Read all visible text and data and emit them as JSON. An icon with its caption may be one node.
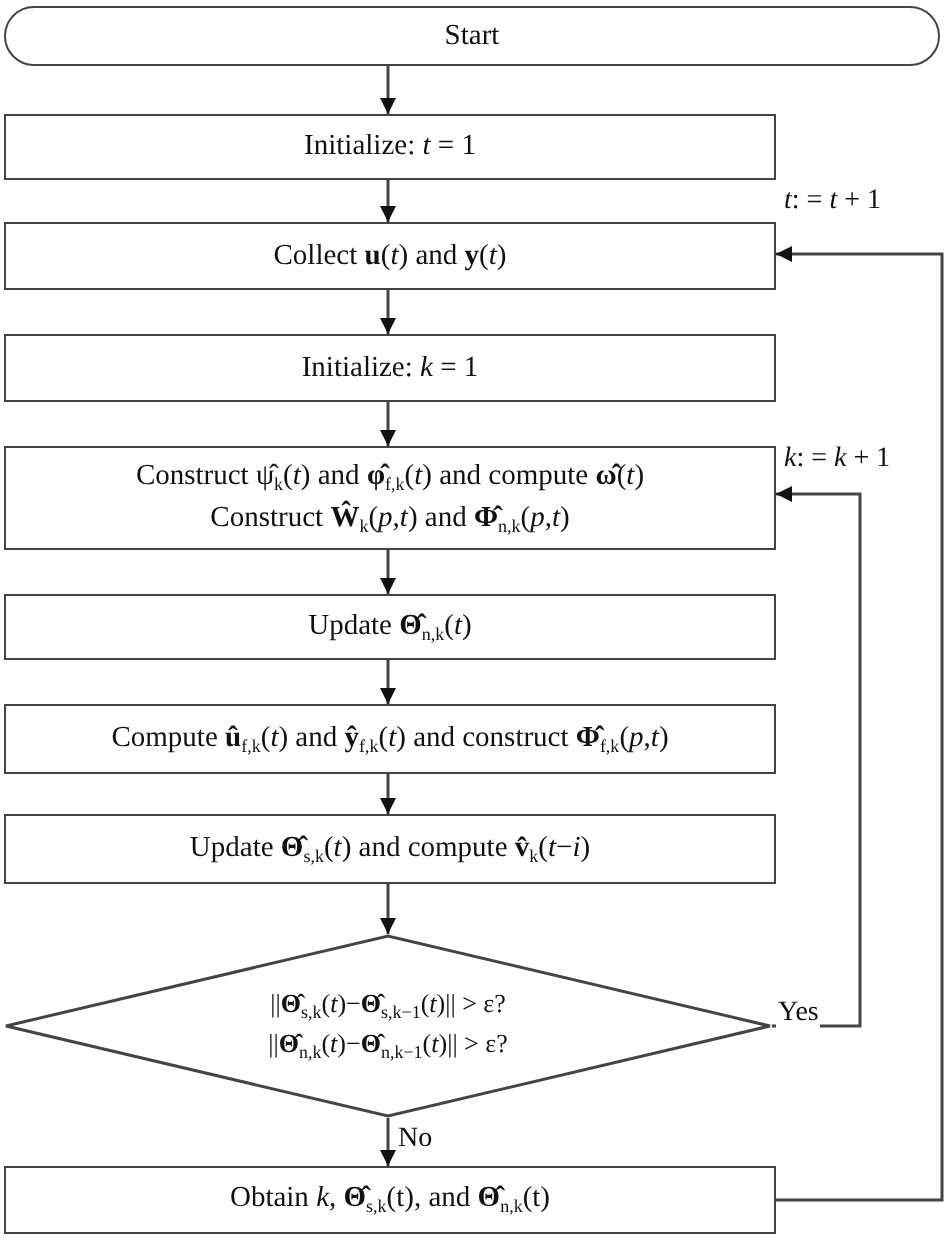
{
  "diagram": {
    "nodes": [
      {
        "text": [
          "Start"
        ]
      },
      {
        "text": [
          "Initialize: *t* = 1"
        ]
      },
      {
        "text": [
          "Collect **u**(*t*) and **y**(*t*)"
        ]
      },
      {
        "text": [
          "Initialize: *k* = 1"
        ]
      },
      {
        "text": [
          "Construct ψ̂$_{k}$(*t*) and **φ̂**$_{f,k}$(*t*) and compute **ω̂**(*t*)",
          "Construct **Ŵ**$_{k}$(*p*,*t*) and **Φ̂**$_{n,k}$(*p*,*t*)"
        ]
      },
      {
        "text": [
          "Update **Θ̂**$_{n,k}$(*t*)"
        ]
      },
      {
        "text": [
          "Compute **û**$_{f,k}$(*t*) and **ŷ**$_{f,k}$(*t*) and construct **Φ̂**$_{f,k}$(*p*,*t*)"
        ]
      },
      {
        "text": [
          "Update **Θ̂**$_{s,k}$(*t*) and compute **v̂**$_{k}$(*t*−*i*)"
        ]
      },
      {
        "text": [
          "||**Θ̂**$_{s,k}$(*t*)−**Θ̂**$_{s,k−1}$(*t*)|| > ε?",
          "||**Θ̂**$_{n,k}$(*t*)−**Θ̂**$_{n,k−1}$(*t*)|| > ε?"
        ],
        "beside": [
          "Yes"
        ]
      },
      {
        "text": [
          "Obtain *k*, **Θ̂**$_{s,k}$(t), and **Θ̂**$_{n,k}$(t)"
        ]
      }
    ],
    "edges": [
      {
        "from": 0,
        "to": 1,
        "arrow": "to"
      },
      {
        "from": 1,
        "to": 2,
        "arrow": "to"
      },
      {
        "from": 2,
        "to": 3,
        "arrow": "to"
      },
      {
        "from": 3,
        "to": 4,
        "arrow": "to"
      },
      {
        "from": 4,
        "to": 5,
        "arrow": "to"
      },
      {
        "from": 5,
        "to": 6,
        "arrow": "to"
      },
      {
        "from": 6,
        "to": 7,
        "arrow": "to"
      },
      {
        "from": 7,
        "to": 8,
        "arrow": "to"
      },
      {
        "from": 8,
        "to": 9,
        "arrow": "to",
        "label": "No"
      },
      {
        "from": 8,
        "to": 4,
        "arrow": "to",
        "label": "*k*: = *k* + 1"
      },
      {
        "from": 9,
        "to": 2,
        "arrow": "to",
        "label": "*t*: = *t* + 1"
      }
    ]
  }
}
